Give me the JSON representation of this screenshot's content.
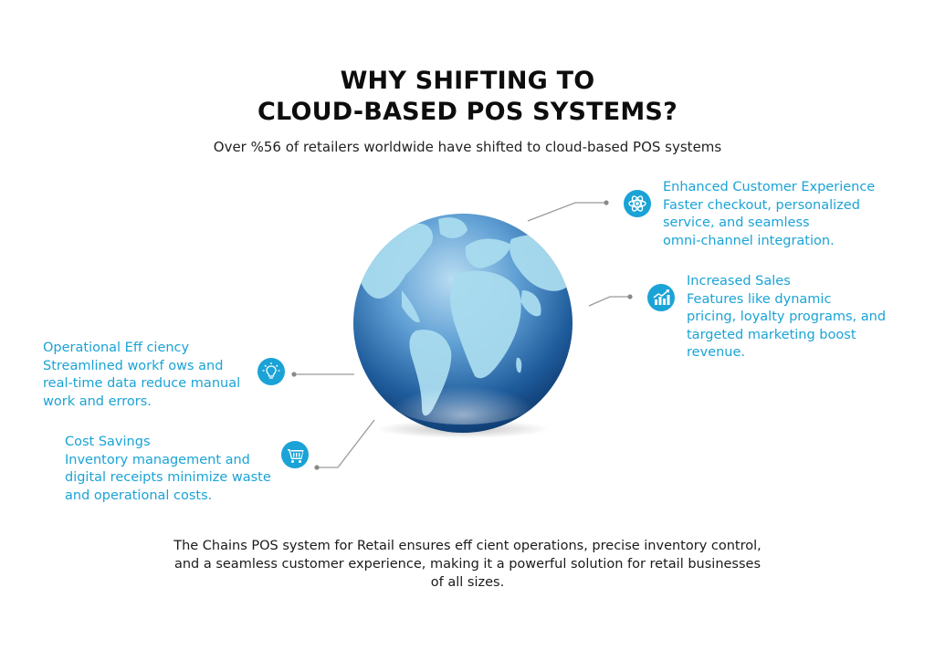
{
  "header": {
    "title_line1": "WHY SHIFTING TO",
    "title_line2": "CLOUD-BASED POS SYSTEMS?",
    "subtitle": "Over %56 of retailers worldwide have shifted to cloud-based POS systems"
  },
  "features": {
    "enhanced_experience": {
      "icon": "atom-icon",
      "lines": [
        "Enhanced Customer Experience",
        "Faster checkout, personalized",
        "service, and seamless",
        "omni-channel integration."
      ]
    },
    "increased_sales": {
      "icon": "growth-chart-icon",
      "lines": [
        "Increased Sales",
        "Features like dynamic",
        "pricing, loyalty programs, and",
        "targeted marketing boost",
        "revenue."
      ]
    },
    "operational_efficiency": {
      "icon": "lightbulb-icon",
      "lines": [
        "Operational Eff ciency",
        "Streamlined workf ows and",
        "real-time data reduce manual",
        "work and errors."
      ]
    },
    "cost_savings": {
      "icon": "shopping-cart-icon",
      "lines": [
        "Cost Savings",
        "Inventory management and",
        "digital receipts minimize waste",
        "and operational costs."
      ]
    }
  },
  "footer": {
    "lines": [
      "The Chains POS system for Retail ensures eff cient operations, precise inventory control,",
      "and a seamless customer experience, making it a powerful solution for retail businesses",
      "of all sizes."
    ]
  },
  "colors": {
    "accent": "#1aa3d6",
    "globe_ocean_light": "#6fa9d6",
    "globe_ocean_dark": "#0d3f7a",
    "land": "#a9dcef",
    "connector": "#9a9a9a"
  }
}
